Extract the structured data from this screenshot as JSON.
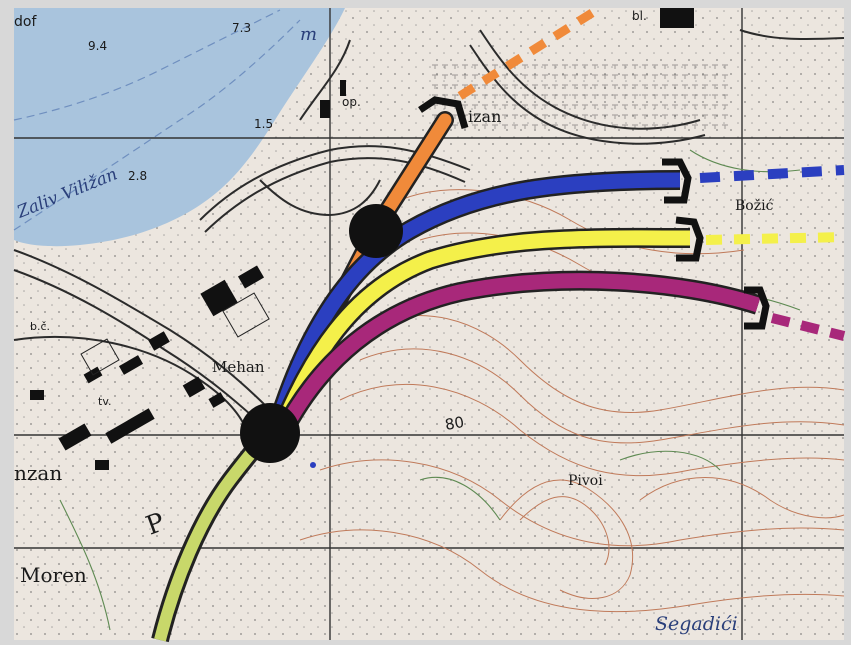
{
  "map": {
    "labels": {
      "dof": "dof",
      "depth_94": "9.4",
      "depth_73": "7.3",
      "m": "m",
      "op": "op.",
      "bl": "bl.",
      "depth_15": "1.5",
      "zaliv": "Zaliv Viližan",
      "depth_28": "2.8",
      "izan": "izan",
      "bozic": "Božić",
      "bc": "b.č.",
      "mehan": "Mehan",
      "tv": "tv.",
      "contour_80": "80",
      "nzan": "nzan",
      "pivoi": "Pivoi",
      "p": "P",
      "moren": "Moren",
      "segadici": "Segadići"
    },
    "route_colors": {
      "orange": "#f08a3a",
      "blue": "#2b3fc0",
      "yellow": "#f4f04a",
      "purple": "#a8287a",
      "junction": "#111111"
    }
  }
}
